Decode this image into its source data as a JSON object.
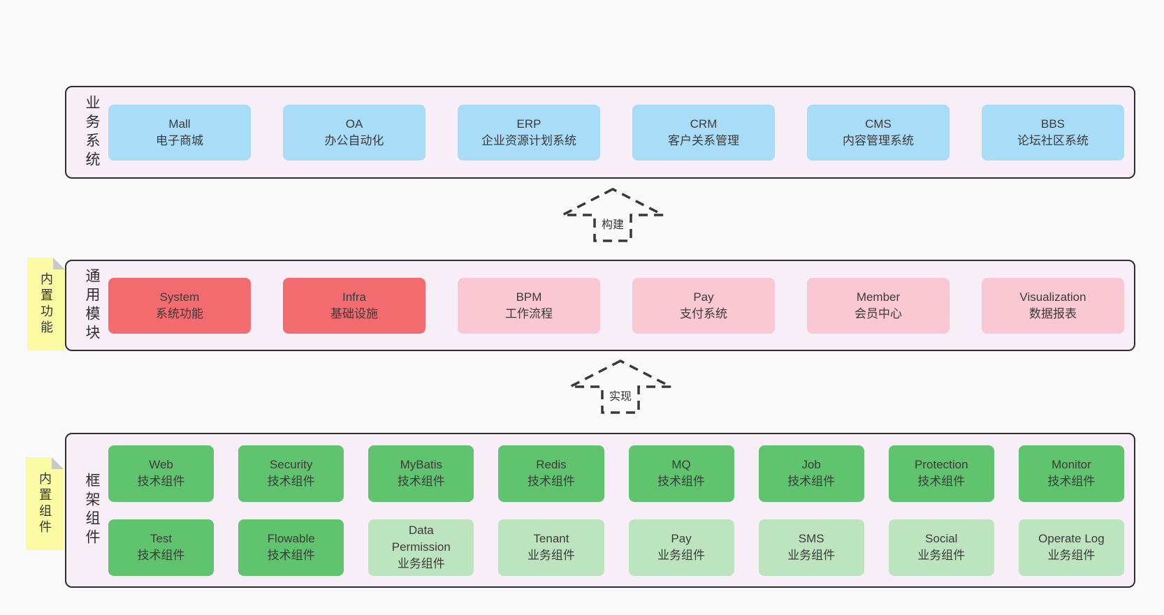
{
  "bands": {
    "business": {
      "label": "业务系统",
      "boxes": [
        {
          "name": "Mall",
          "sub": "电子商城"
        },
        {
          "name": "OA",
          "sub": "办公自动化"
        },
        {
          "name": "ERP",
          "sub": "企业资源计划系统"
        },
        {
          "name": "CRM",
          "sub": "客户关系管理"
        },
        {
          "name": "CMS",
          "sub": "内容管理系统"
        },
        {
          "name": "BBS",
          "sub": "论坛社区系统"
        }
      ]
    },
    "modules": {
      "label": "通用模块",
      "note": "内置功能",
      "boxes": [
        {
          "name": "System",
          "sub": "系统功能"
        },
        {
          "name": "Infra",
          "sub": "基础设施"
        },
        {
          "name": "BPM",
          "sub": "工作流程"
        },
        {
          "name": "Pay",
          "sub": "支付系统"
        },
        {
          "name": "Member",
          "sub": "会员中心"
        },
        {
          "name": "Visualization",
          "sub": "数据报表"
        }
      ]
    },
    "framework": {
      "label": "框架组件",
      "note": "内置组件",
      "row1": [
        {
          "name": "Web",
          "sub": "技术组件"
        },
        {
          "name": "Security",
          "sub": "技术组件"
        },
        {
          "name": "MyBatis",
          "sub": "技术组件"
        },
        {
          "name": "Redis",
          "sub": "技术组件"
        },
        {
          "name": "MQ",
          "sub": "技术组件"
        },
        {
          "name": "Job",
          "sub": "技术组件"
        },
        {
          "name": "Protection",
          "sub": "技术组件"
        },
        {
          "name": "Monitor",
          "sub": "技术组件"
        }
      ],
      "row2": [
        {
          "name": "Test",
          "sub": "技术组件"
        },
        {
          "name": "Flowable",
          "sub": "技术组件"
        },
        {
          "name": "Data\nPermission",
          "sub": "业务组件"
        },
        {
          "name": "Tenant",
          "sub": "业务组件"
        },
        {
          "name": "Pay",
          "sub": "业务组件"
        },
        {
          "name": "SMS",
          "sub": "业务组件"
        },
        {
          "name": "Social",
          "sub": "业务组件"
        },
        {
          "name": "Operate Log",
          "sub": "业务组件"
        }
      ]
    }
  },
  "arrows": {
    "build": "构建",
    "implement": "实现"
  },
  "colors": {
    "page_bg": "#f9f9f9",
    "band_bg": "#f8eef7",
    "band_border": "#2e2e2e",
    "business_box": "#a9dcf7",
    "module_core_box": "#f26b6e",
    "module_box": "#f9c8d2",
    "tech_box": "#5fc46d",
    "biz_box": "#bce5bf",
    "note_bg": "#fbfba4",
    "note_fold": "#c9c9c9",
    "text": "#3b3b3b"
  }
}
